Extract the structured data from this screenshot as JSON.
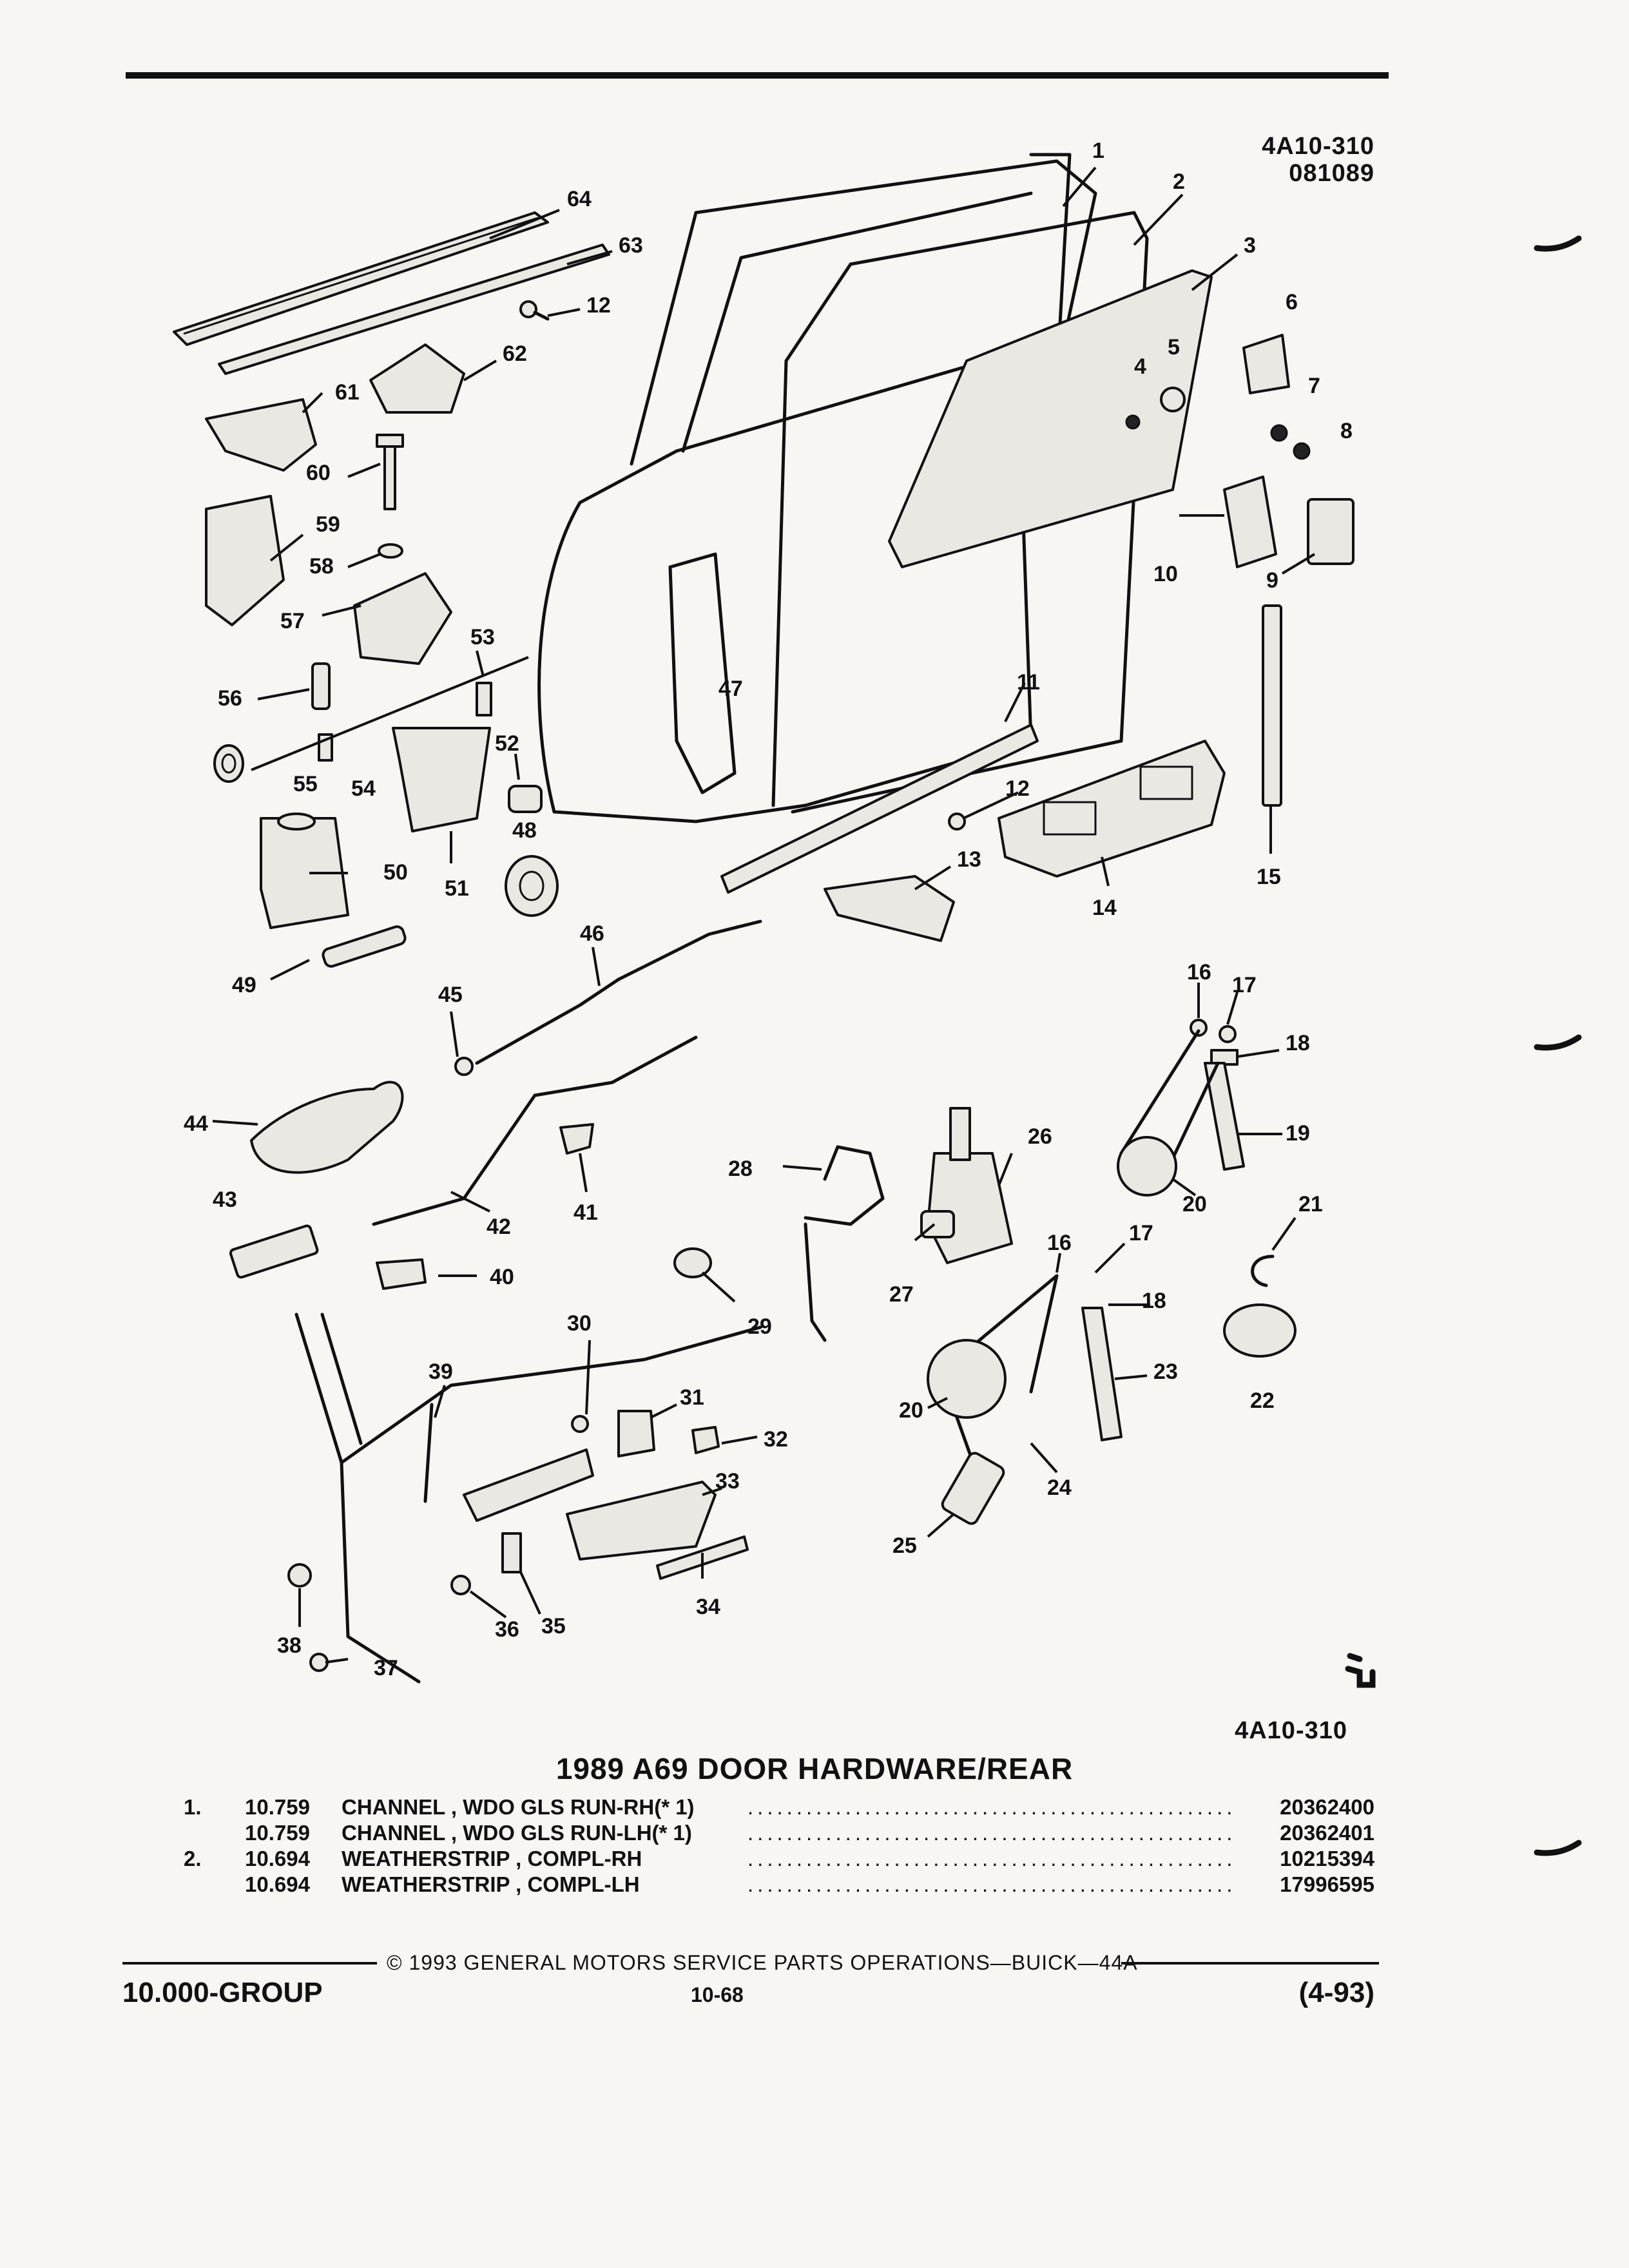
{
  "figure": {
    "code_top": "4A10-310",
    "date_code": "081089",
    "code_bottom": "4A10-310",
    "callouts": [
      "1",
      "2",
      "3",
      "4",
      "5",
      "6",
      "7",
      "8",
      "9",
      "10",
      "11",
      "12",
      "12",
      "13",
      "14",
      "15",
      "16",
      "16",
      "17",
      "17",
      "18",
      "18",
      "19",
      "20",
      "20",
      "21",
      "22",
      "23",
      "24",
      "25",
      "26",
      "27",
      "28",
      "29",
      "30",
      "31",
      "32",
      "33",
      "34",
      "35",
      "36",
      "37",
      "38",
      "39",
      "40",
      "41",
      "42",
      "43",
      "44",
      "45",
      "46",
      "47",
      "48",
      "49",
      "50",
      "51",
      "52",
      "53",
      "54",
      "55",
      "56",
      "57",
      "58",
      "59",
      "60",
      "61",
      "62",
      "63",
      "64"
    ]
  },
  "section_title": "1989 A69 DOOR HARDWARE/REAR",
  "parts": [
    {
      "num": "1.",
      "code": "10.759",
      "desc": "CHANNEL , WDO GLS RUN-RH(* 1)",
      "part": "20362400"
    },
    {
      "num": "",
      "code": "10.759",
      "desc": "CHANNEL , WDO GLS RUN-LH(* 1)",
      "part": "20362401"
    },
    {
      "num": "2.",
      "code": "10.694",
      "desc": "WEATHERSTRIP , COMPL-RH",
      "part": "10215394"
    },
    {
      "num": "",
      "code": "10.694",
      "desc": "WEATHERSTRIP , COMPL-LH",
      "part": "17996595"
    }
  ],
  "footer": {
    "copyright": "© 1993 GENERAL MOTORS SERVICE PARTS OPERATIONS—BUICK—44A",
    "group": "10.000-GROUP",
    "page": "10-68",
    "date": "(4-93)"
  }
}
